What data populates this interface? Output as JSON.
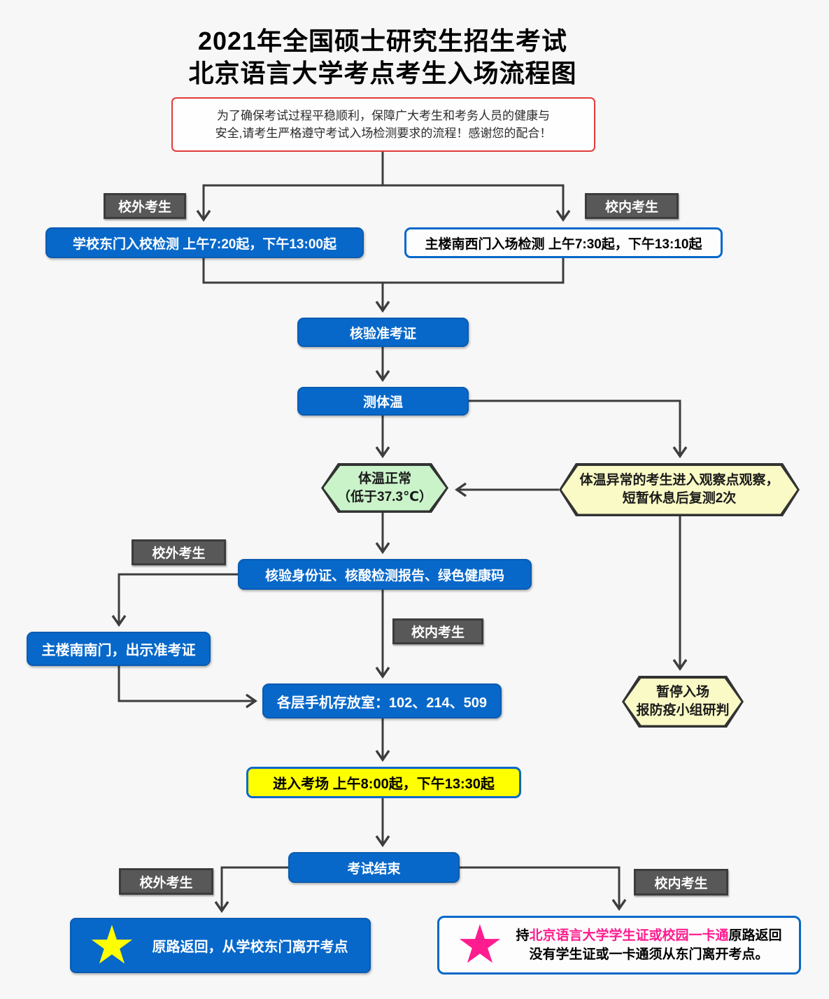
{
  "title": {
    "line1": "2021年全国硕士研究生招生考试",
    "line2": "北京语言大学考点考生入场流程图"
  },
  "notice": {
    "line1": "为了确保考试过程平稳顺利，保障广大考生和考务人员的健康与",
    "line2": "安全,请考生严格遵守考试入场检测要求的流程！感谢您的配合！"
  },
  "labels": {
    "outside_top": "校外考生",
    "inside_top": "校内考生",
    "outside_mid": "校外考生",
    "inside_mid": "校内考生",
    "outside_bottom": "校外考生",
    "inside_bottom": "校内考生"
  },
  "nodes": {
    "east_gate": "学校东门入校检测  上午7:20起，下午13:00起",
    "main_gate": "主楼南西门入场检测  上午7:30起，下午13:10起",
    "verify_ticket": "核验准考证",
    "temp_check": "测体温",
    "temp_normal_line1": "体温正常",
    "temp_normal_line2": "（低于37.3℃）",
    "temp_abnormal_line1": "体温异常的考生进入观察点观察，",
    "temp_abnormal_line2": "短暂休息后复测2次",
    "verify_id": "核验身份证、核酸检测报告、绿色健康码",
    "south_gate": "主楼南南门，出示准考证",
    "phone_storage": "各层手机存放室：102、214、509",
    "pause_line1": "暂停入场",
    "pause_line2": "报防疫小组研判",
    "enter_room": "进入考场 上午8:00起，下午13:30起",
    "exam_end": "考试结束",
    "leave_east": "原路返回，从学校东门离开考点",
    "leave_main_prefix": "持",
    "leave_main_highlight": "北京语言大学学生证或校园一卡通",
    "leave_main_suffix": "原路返回",
    "leave_main_line2": "没有学生证或一卡通须从东门离开考点。"
  },
  "icons": {
    "star": "★"
  },
  "colors": {
    "accent_blue": "#0768ca",
    "label_gray": "#585858",
    "hex_green": "#caf3ca",
    "hex_yellow": "#fafac6",
    "enter_yellow": "#ffff00",
    "highlight_pink": "#ff1c8f",
    "notice_red": "#e23b3b",
    "line_dark": "#3d3d3d",
    "background": "#f7f7f7"
  }
}
